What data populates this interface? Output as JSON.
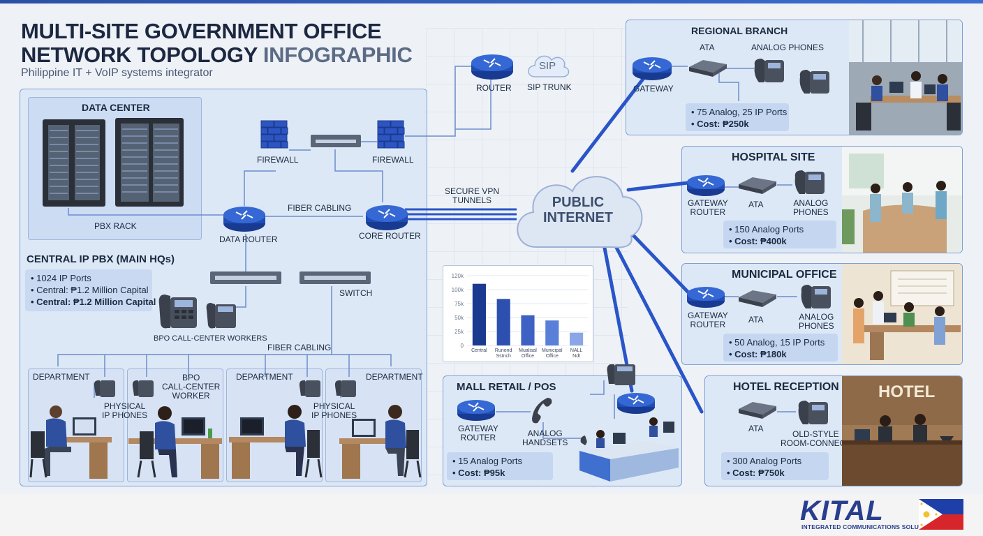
{
  "header": {
    "title_line1": "MULTI-SITE GOVERNMENT OFFICE",
    "title_line2_main": "NETWORK TOPOLOGY",
    "title_line2_accent": "INFOGRAPHIC",
    "subtitle": "Philippine IT + VoIP systems integrator"
  },
  "hq": {
    "data_center": "DATA CENTER",
    "pbx_rack": "PBX RACK",
    "firewall_left": "FIREWALL",
    "firewall_right": "FIREWALL",
    "fiber_cabling_top": "FIBER CABLING",
    "data_router": "DATA ROUTER",
    "core_router": "CORE ROUTER",
    "router": "ROUTER",
    "sip_icon_text": "SIP",
    "sip_trunk": "SIP TRUNK",
    "central_pbx_title": "CENTRAL IP PBX (MAIN HQs)",
    "central_pbx_lines": [
      "• 1024 IP Ports",
      "• Central: ₱1.2 Million Capital",
      "• Central: ₱1.2 Million Capital"
    ],
    "bpo_workers": "BPO CALL-CENTER WORKERS",
    "switch": "SWITCH",
    "fiber_cabling_bottom": "FIBER CABLING",
    "dept1": "DEPARTMENT",
    "physical_phones_1": "PHYSICAL\nIP PHONES",
    "bpo_worker": "BPO\nCALL-CENTER\nWORKER",
    "dept2": "DEPARTMENT",
    "physical_phones_2": "PHYSICAL\nIP PHONES",
    "dept3": "DEPARTMENT"
  },
  "internet": {
    "vpn_label": "SECURE VPN\nTUNNELS",
    "cloud_label": "PUBLIC\nINTERNET"
  },
  "chart_data": {
    "type": "bar",
    "categories": [
      "Central",
      "Runond\nSstnch",
      "Mualisal\nOffice",
      "Municipal\nOffice",
      "NALL\nNdt"
    ],
    "values": [
      106,
      80,
      52,
      43,
      22
    ],
    "ytick_labels": [
      "0",
      "25k",
      "50k",
      "75k",
      "100k",
      "120k"
    ],
    "ylim": [
      0,
      120
    ],
    "colors": [
      "#1a3a8f",
      "#2c4fb0",
      "#3d62c4",
      "#5a7fd8",
      "#8aa6e6"
    ]
  },
  "sites": {
    "regional": {
      "title": "REGIONAL BRANCH",
      "gateway": "GATEWAY",
      "ata": "ATA",
      "phones": "ANALOG PHONES",
      "lines": [
        "• 75 Analog, 25 IP Ports",
        "• Cost: ₱250k"
      ]
    },
    "hospital": {
      "title": "HOSPITAL SITE",
      "gateway": "GATEWAY\nROUTER",
      "ata": "ATA",
      "phones": "ANALOG\nPHONES",
      "lines": [
        "• 150 Analog Ports",
        "• Cost: ₱400k"
      ]
    },
    "municipal": {
      "title": "MUNICIPAL OFFICE",
      "gateway": "GATEWAY\nROUTER",
      "ata": "ATA",
      "phones": "ANALOG\nPHONES",
      "lines": [
        "• 50 Analog, 15 IP Ports",
        "• Cost: ₱180k"
      ]
    },
    "mall": {
      "title": "MALL RETAIL / POS",
      "gateway": "GATEWAY\nROUTER",
      "handsets": "ANALOG\nHANDSETS",
      "lines": [
        "• 15 Analog Ports",
        "• Cost: ₱95k"
      ]
    },
    "hotel": {
      "title": "HOTEL RECEPTION",
      "ata": "ATA",
      "phones": "OLD-STYLE\nROOM-CONNECT",
      "sign": "HOTEL",
      "lines": [
        "• 300 Analog Ports",
        "• Cost: ₱750k"
      ]
    }
  },
  "brand": {
    "logo": "KITAL",
    "tagline": "INTEGRATED COMMUNICATIONS SOLUTIONS"
  },
  "colors": {
    "panel": "#dde8f7",
    "border": "#7f9fd3",
    "router": "#1f4db5",
    "link": "#2a55c8",
    "firewall": "#2d55c2"
  }
}
